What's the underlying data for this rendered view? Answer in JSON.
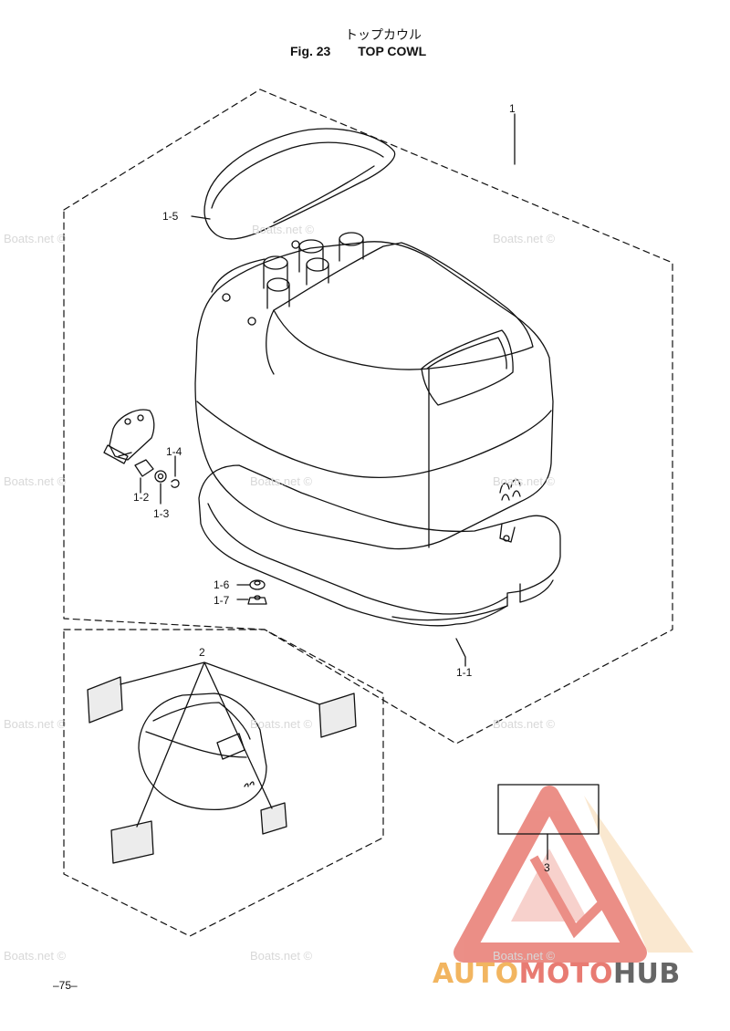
{
  "header": {
    "title_jp": "トップカウル",
    "fig_number": "Fig. 23",
    "title_en": "TOP COWL"
  },
  "callouts": {
    "c1": "1",
    "c1_1": "1-1",
    "c1_2": "1-2",
    "c1_3": "1-3",
    "c1_4": "1-4",
    "c1_5": "1-5",
    "c1_6": "1-6",
    "c1_7": "1-7",
    "c2": "2",
    "c3": "3"
  },
  "watermark": "Boats.net ©",
  "footer": {
    "page_number": "–75–"
  },
  "brand": {
    "part1": "AUTO",
    "part2": "MOTO",
    "part3": "HUB"
  },
  "colors": {
    "line": "#111111",
    "logo_red": "#e87b72",
    "logo_orange": "#f2b560",
    "logo_gray": "#666666",
    "watermark": "#d8d8d8"
  }
}
